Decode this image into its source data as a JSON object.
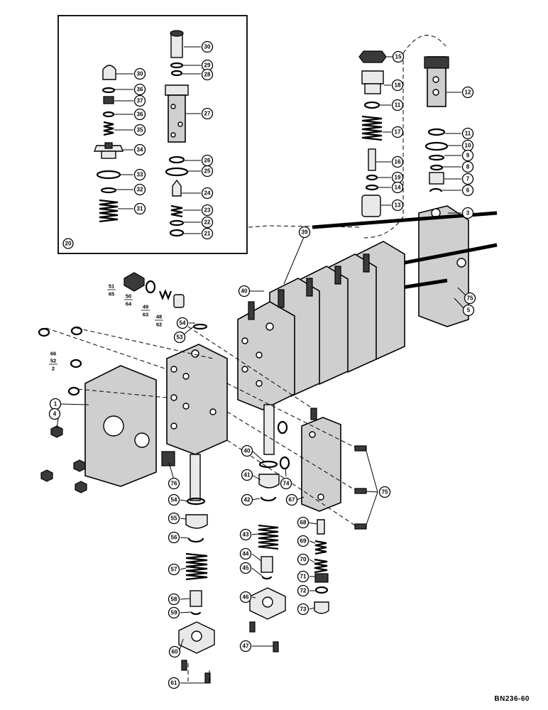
{
  "diagram_code": "BN236-60",
  "inset_label": "20",
  "stacked_labels": {
    "l51_65": [
      "51",
      "65"
    ],
    "l50_64": [
      "50",
      "64"
    ],
    "l49_63": [
      "49",
      "63"
    ],
    "l48_62": [
      "48",
      "62"
    ],
    "l66_52_2": [
      "66",
      "52",
      "2"
    ]
  },
  "callouts": {
    "c30a": "30",
    "c29": "29",
    "c28": "28",
    "c30b": "30",
    "c36a": "36",
    "c37": "37",
    "c36b": "36",
    "c35": "35",
    "c34": "34",
    "c33": "33",
    "c32": "32",
    "c31": "31",
    "c27": "27",
    "c26": "26",
    "c25": "25",
    "c24": "24",
    "c23": "23",
    "c22": "22",
    "c21": "21",
    "c15": "15",
    "c18": "18",
    "c11a": "11",
    "c17": "17",
    "c16": "16",
    "c19": "19",
    "c14": "14",
    "c13": "13",
    "c12": "12",
    "c11b": "11",
    "c10": "10",
    "c9": "9",
    "c8": "8",
    "c7": "7",
    "c6": "6",
    "c3": "3",
    "c39": "39",
    "c40a": "40",
    "c75a": "75",
    "c5": "5",
    "c53": "53",
    "c54a": "54",
    "c1": "1",
    "c4": "4",
    "c76": "76",
    "c40b": "40",
    "c74": "74",
    "c41": "41",
    "c42": "42",
    "c67": "67",
    "c75b": "75",
    "c54b": "54",
    "c55": "55",
    "c56": "56",
    "c57": "57",
    "c58": "58",
    "c59": "59",
    "c60": "60",
    "c61": "61",
    "c43": "43",
    "c44": "44",
    "c45": "45",
    "c46": "46",
    "c47": "47",
    "c68": "68",
    "c69": "69",
    "c70": "70",
    "c71": "71",
    "c72": "72",
    "c73": "73"
  }
}
